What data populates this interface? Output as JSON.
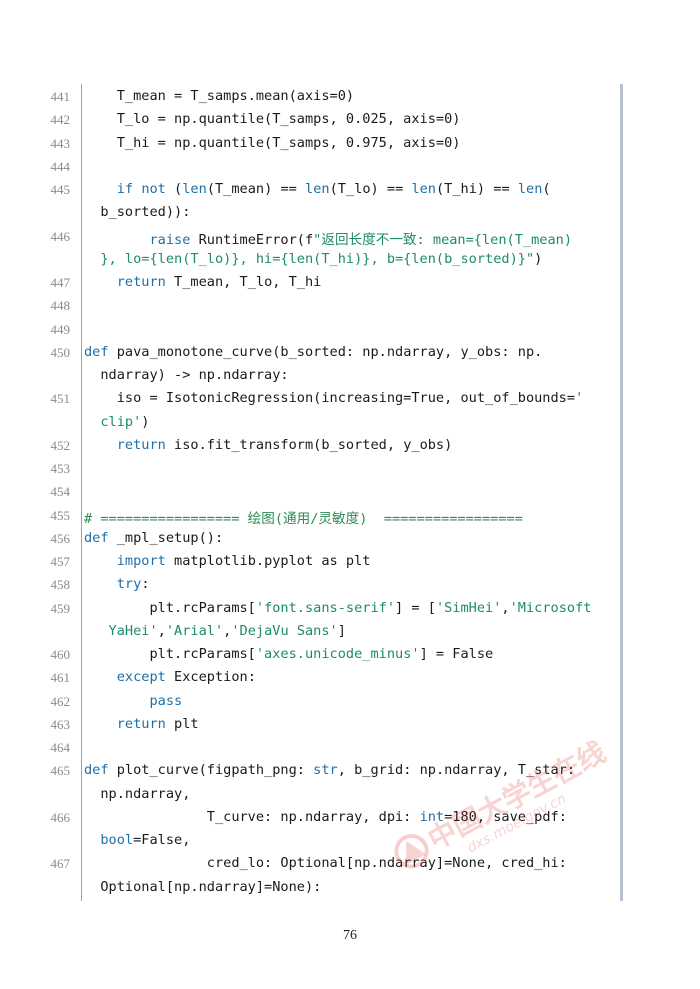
{
  "page_number": "76",
  "watermark": {
    "text_cn": "中国大学生在线",
    "text_url": "dxs.moe.gov.cn"
  },
  "lines": [
    {
      "n": "441",
      "segs": [
        [
          "",
          "    T_mean = T_samps.mean(axis=0)"
        ]
      ]
    },
    {
      "n": "442",
      "segs": [
        [
          "",
          "    T_lo = np.quantile(T_samps, 0.025, axis=0)"
        ]
      ]
    },
    {
      "n": "443",
      "segs": [
        [
          "",
          "    T_hi = np.quantile(T_samps, 0.975, axis=0)"
        ]
      ]
    },
    {
      "n": "444",
      "segs": []
    },
    {
      "n": "445",
      "segs": [
        [
          "",
          "    "
        ],
        [
          "kw",
          "if"
        ],
        [
          "",
          " "
        ],
        [
          "kw",
          "not"
        ],
        [
          "",
          " ("
        ],
        [
          "bi",
          "len"
        ],
        [
          "",
          "(T_mean) == "
        ],
        [
          "bi",
          "len"
        ],
        [
          "",
          "(T_lo) == "
        ],
        [
          "bi",
          "len"
        ],
        [
          "",
          "(T_hi) == "
        ],
        [
          "bi",
          "len"
        ],
        [
          "",
          "("
        ]
      ]
    },
    {
      "n": "",
      "segs": [
        [
          "",
          "  b_sorted)):"
        ]
      ]
    },
    {
      "n": "446",
      "segs": [
        [
          "",
          "        "
        ],
        [
          "kw",
          "raise"
        ],
        [
          "",
          " RuntimeError(f"
        ],
        [
          "str",
          "\"返回长度不一致: mean={len(T_mean)"
        ]
      ]
    },
    {
      "n": "",
      "segs": [
        [
          "str",
          "  }, lo={len(T_lo)}, hi={len(T_hi)}, b={len(b_sorted)}\""
        ],
        [
          "",
          ")"
        ]
      ]
    },
    {
      "n": "447",
      "segs": [
        [
          "",
          "    "
        ],
        [
          "kw",
          "return"
        ],
        [
          "",
          " T_mean, T_lo, T_hi"
        ]
      ]
    },
    {
      "n": "448",
      "segs": []
    },
    {
      "n": "449",
      "segs": []
    },
    {
      "n": "450",
      "segs": [
        [
          "kw",
          "def"
        ],
        [
          "",
          " pava_monotone_curve(b_sorted: np.ndarray, y_obs: np."
        ]
      ]
    },
    {
      "n": "",
      "segs": [
        [
          "",
          "  ndarray) -> np.ndarray:"
        ]
      ]
    },
    {
      "n": "451",
      "segs": [
        [
          "",
          "    iso = IsotonicRegression(increasing=True, out_of_bounds="
        ],
        [
          "str",
          "'"
        ]
      ]
    },
    {
      "n": "",
      "segs": [
        [
          "str",
          "  clip'"
        ],
        [
          "",
          ")"
        ]
      ]
    },
    {
      "n": "452",
      "segs": [
        [
          "",
          "    "
        ],
        [
          "kw",
          "return"
        ],
        [
          "",
          " iso.fit_transform(b_sorted, y_obs)"
        ]
      ]
    },
    {
      "n": "453",
      "segs": []
    },
    {
      "n": "454",
      "segs": []
    },
    {
      "n": "455",
      "segs": [
        [
          "cm",
          "# ================= 绘图(通用/灵敏度)  ================="
        ]
      ]
    },
    {
      "n": "456",
      "segs": [
        [
          "kw",
          "def"
        ],
        [
          "",
          " _mpl_setup():"
        ]
      ]
    },
    {
      "n": "457",
      "segs": [
        [
          "",
          "    "
        ],
        [
          "kw",
          "import"
        ],
        [
          "",
          " matplotlib.pyplot as plt"
        ]
      ]
    },
    {
      "n": "458",
      "segs": [
        [
          "",
          "    "
        ],
        [
          "kw",
          "try"
        ],
        [
          "",
          ":"
        ]
      ]
    },
    {
      "n": "459",
      "segs": [
        [
          "",
          "        plt.rcParams["
        ],
        [
          "str",
          "'font.sans-serif'"
        ],
        [
          "",
          "] = ["
        ],
        [
          "str",
          "'SimHei'"
        ],
        [
          "",
          ","
        ],
        [
          "str",
          "'Microsoft"
        ]
      ]
    },
    {
      "n": "",
      "segs": [
        [
          "str",
          "   YaHei'"
        ],
        [
          "",
          ","
        ],
        [
          "str",
          "'Arial'"
        ],
        [
          "",
          ","
        ],
        [
          "str",
          "'DejaVu Sans'"
        ],
        [
          "",
          "]"
        ]
      ]
    },
    {
      "n": "460",
      "segs": [
        [
          "",
          "        plt.rcParams["
        ],
        [
          "str",
          "'axes.unicode_minus'"
        ],
        [
          "",
          "] = False"
        ]
      ]
    },
    {
      "n": "461",
      "segs": [
        [
          "",
          "    "
        ],
        [
          "kw",
          "except"
        ],
        [
          "",
          " Exception:"
        ]
      ]
    },
    {
      "n": "462",
      "segs": [
        [
          "",
          "        "
        ],
        [
          "kw",
          "pass"
        ]
      ]
    },
    {
      "n": "463",
      "segs": [
        [
          "",
          "    "
        ],
        [
          "kw",
          "return"
        ],
        [
          "",
          " plt"
        ]
      ]
    },
    {
      "n": "464",
      "segs": []
    },
    {
      "n": "465",
      "segs": [
        [
          "kw",
          "def"
        ],
        [
          "",
          " plot_curve(figpath_png: "
        ],
        [
          "bi",
          "str"
        ],
        [
          "",
          ", b_grid: np.ndarray, T_star:"
        ]
      ]
    },
    {
      "n": "",
      "segs": [
        [
          "",
          "  np.ndarray,"
        ]
      ]
    },
    {
      "n": "466",
      "segs": [
        [
          "",
          "               T_curve: np.ndarray, dpi: "
        ],
        [
          "bi",
          "int"
        ],
        [
          "",
          "=180, save_pdf:"
        ]
      ]
    },
    {
      "n": "",
      "segs": [
        [
          "",
          "  "
        ],
        [
          "bi",
          "bool"
        ],
        [
          "",
          "=False,"
        ]
      ]
    },
    {
      "n": "467",
      "segs": [
        [
          "",
          "               cred_lo: Optional[np.ndarray]=None, cred_hi:"
        ]
      ]
    },
    {
      "n": "",
      "segs": [
        [
          "",
          "  Optional[np.ndarray]=None):"
        ]
      ]
    }
  ]
}
